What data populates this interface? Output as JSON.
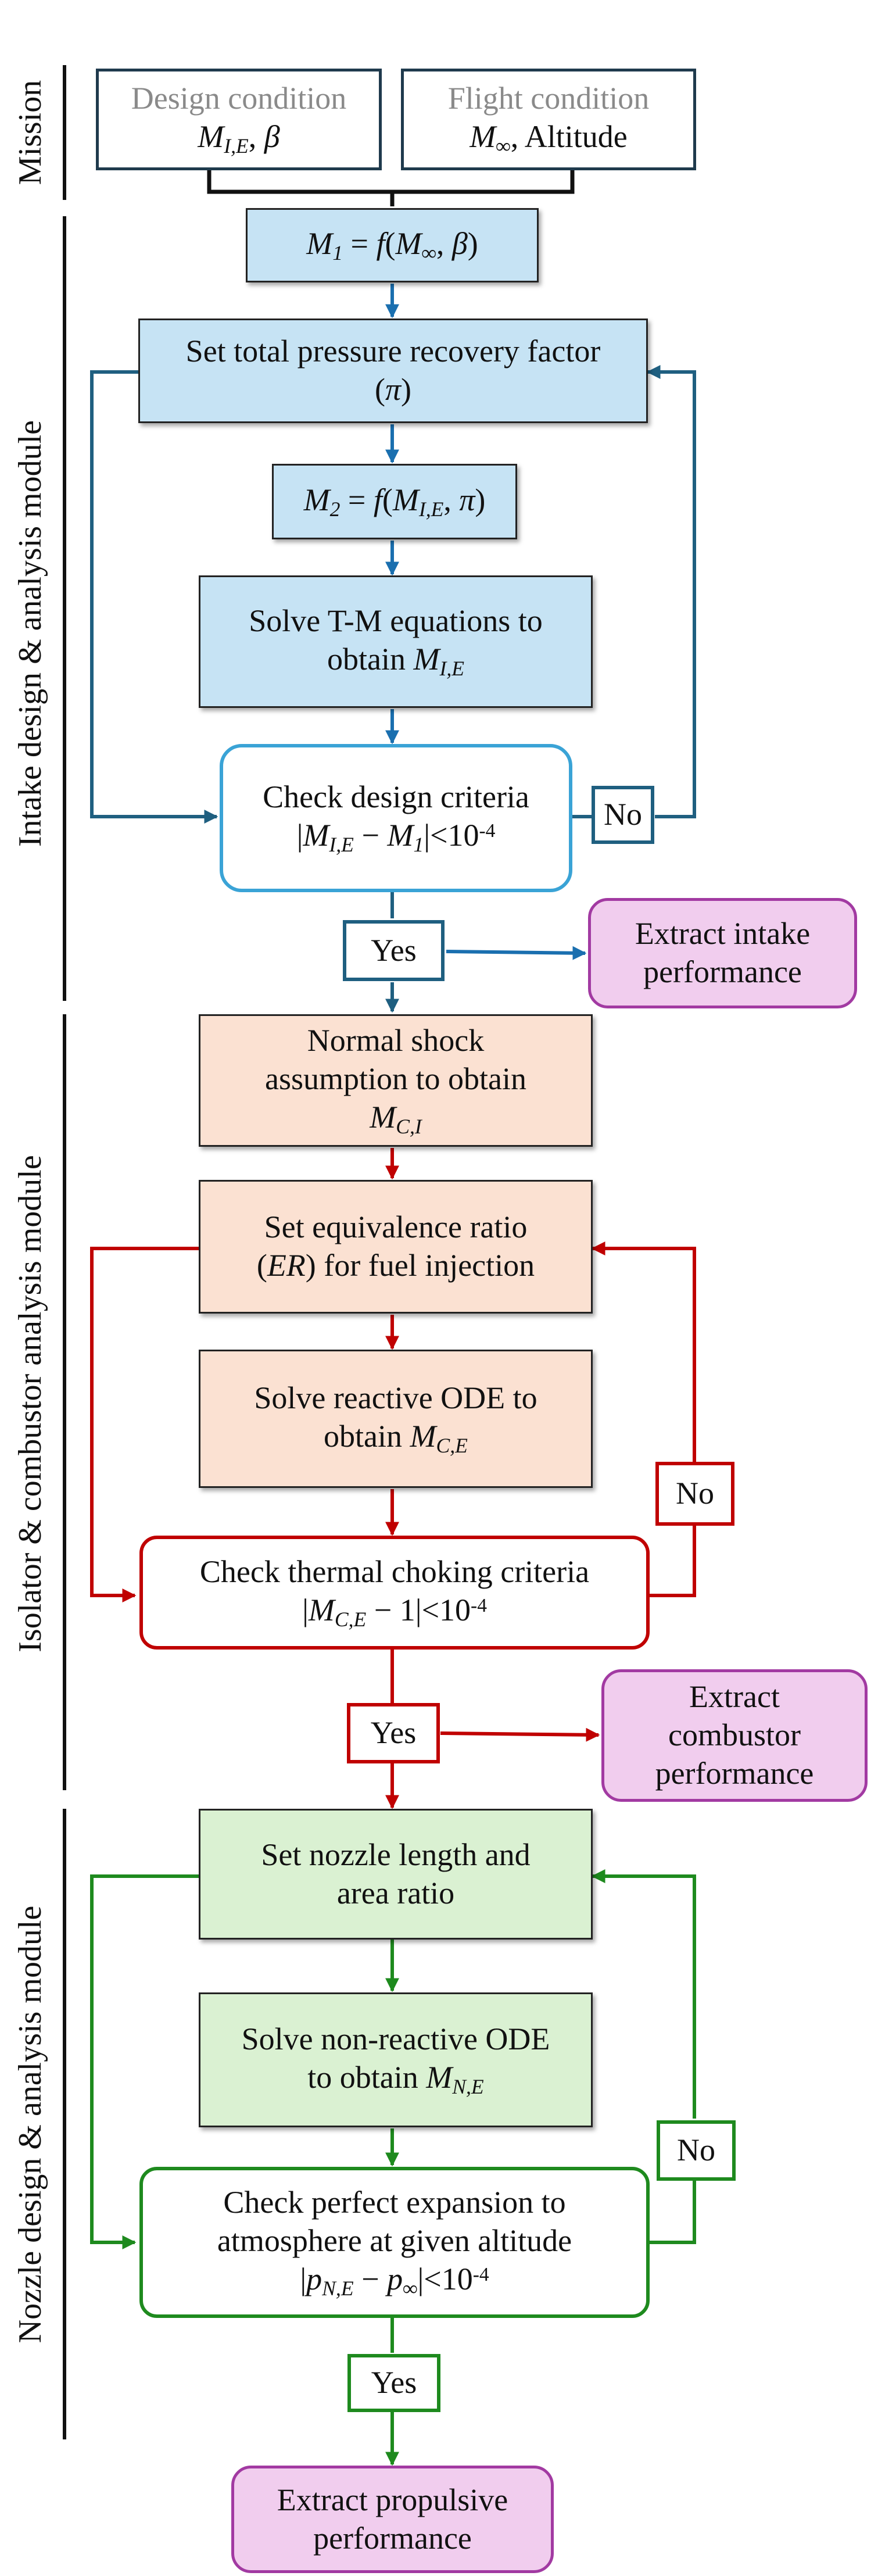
{
  "modules": {
    "mission": "Mission",
    "intake": "Intake design & analysis module",
    "isolator": "Isolator & combustor analysis module",
    "nozzle": "Nozzle design & analysis module"
  },
  "mission": {
    "design": {
      "title": "Design condition",
      "var1": "M",
      "var1_sub": "I,E",
      "sep": ", ",
      "var2": "β"
    },
    "flight": {
      "title": "Flight condition",
      "var1": "M",
      "var1_sub": "∞",
      "sep": ", ",
      "text": "Altitude"
    }
  },
  "intake": {
    "m1": {
      "lhs": "M",
      "lhs_sub": "1",
      "eq": " = ",
      "f": "f",
      "open": "(",
      "a": "M",
      "a_sub": "∞",
      "comma": ", ",
      "b": "β",
      "close": ")"
    },
    "set_pressure": {
      "line1": "Set total pressure recovery factor",
      "open": "(",
      "var": "π",
      "close": ")"
    },
    "m2": {
      "lhs": "M",
      "lhs_sub": "2",
      "eq": " = ",
      "f": "f",
      "open": "(",
      "a": "M",
      "a_sub": "I,E",
      "comma": ", ",
      "b": "π",
      "close": ")"
    },
    "solve_tm": {
      "line1": "Solve T-M equations to",
      "prefix": "obtain ",
      "var": "M",
      "var_sub": "I,E"
    },
    "check": {
      "line1": "Check design criteria",
      "bar1": "|",
      "a": "M",
      "a_sub": "I,E",
      "minus": " − ",
      "b": "M",
      "b_sub": "1",
      "bar2": "|",
      "lt": "<10",
      "exp": "-4"
    },
    "no": "No",
    "yes": "Yes",
    "extract": {
      "line1": "Extract intake",
      "line2": "performance"
    }
  },
  "combustor": {
    "normal_shock": {
      "line1": "Normal shock",
      "line2": "assumption to obtain",
      "var": "M",
      "var_sub": "C,I"
    },
    "set_er": {
      "line1": "Set equivalence ratio",
      "open": "(",
      "var": "ER",
      "rest": ") for fuel injection"
    },
    "solve_ode": {
      "line1": "Solve reactive ODE to",
      "prefix": "obtain ",
      "var": "M",
      "var_sub": "C,E"
    },
    "check": {
      "line1": "Check thermal choking criteria",
      "bar1": "|",
      "a": "M",
      "a_sub": "C,E",
      "minus": " − 1",
      "bar2": "|",
      "lt": "<10",
      "exp": "-4"
    },
    "no": "No",
    "yes": "Yes",
    "extract": {
      "line1": "Extract",
      "line2": "combustor",
      "line3": "performance"
    }
  },
  "nozzle": {
    "set_length": {
      "line1": "Set nozzle length and",
      "line2": "area ratio"
    },
    "solve_ode": {
      "line1": "Solve non-reactive ODE",
      "prefix": "to obtain ",
      "var": "M",
      "var_sub": "N,E"
    },
    "check": {
      "line1": "Check perfect expansion to",
      "line2": "atmosphere at given altitude",
      "bar1": "|",
      "a": "p",
      "a_sub": "N,E",
      "minus": " − ",
      "b": "p",
      "b_sub": "∞",
      "bar2": "|",
      "lt": "<10",
      "exp": "-4"
    },
    "no": "No",
    "yes": "Yes",
    "extract": {
      "line1": "Extract propulsive",
      "line2": "performance"
    }
  },
  "colors": {
    "blue_flow": "#1a6faf",
    "dark_blue_flow": "#1f5f80",
    "red_flow": "#c00000",
    "green_flow": "#1e8a1e",
    "mission_line": "#111111"
  }
}
